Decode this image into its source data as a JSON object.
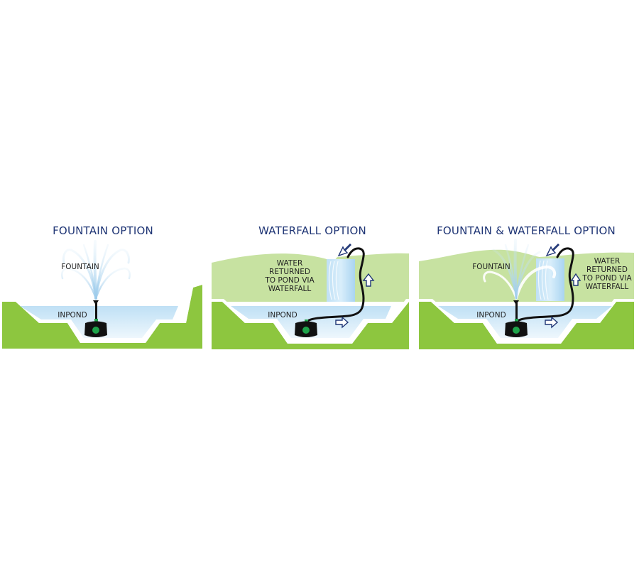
{
  "colors": {
    "title": "#1f3575",
    "ground": "#8dc63f",
    "hill": "#c7e2a1",
    "water": "#cde5f6",
    "water_deep": "#e6f2fb",
    "pump": "#111111",
    "pump_light": "#1ea34a",
    "hose": "#111111",
    "arrow": "#1f3575",
    "spray": "#a8d4f0"
  },
  "panels": [
    {
      "title": "FOUNTAIN OPTION",
      "labels": {
        "fountain": "FOUNTAIN",
        "inpond": "INPOND"
      }
    },
    {
      "title": "WATERFALL OPTION",
      "labels": {
        "inpond": "INPOND",
        "waterfall_note": [
          "WATER",
          "RETURNED",
          "TO POND VIA",
          "WATERFALL"
        ]
      }
    },
    {
      "title": "FOUNTAIN & WATERFALL OPTION",
      "labels": {
        "fountain": "FOUNTAIN",
        "inpond": "INPOND",
        "waterfall_note": [
          "WATER",
          "RETURNED",
          "TO POND VIA",
          "WATERFALL"
        ]
      }
    }
  ]
}
